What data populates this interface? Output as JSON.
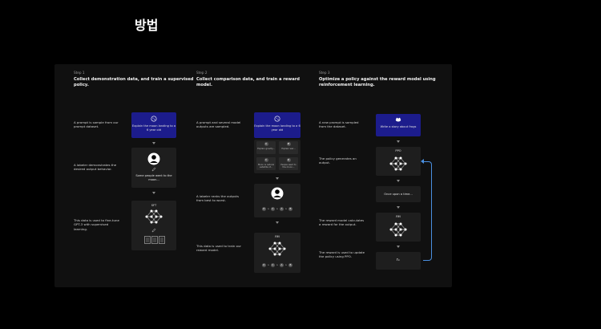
{
  "page": {
    "title": "방법"
  },
  "steps": [
    {
      "label": "Step 1",
      "heading": "Collect demonstration data, and train a supervised policy.",
      "descs": [
        "A prompt is sample from our prompt dataset.",
        "A labeler demonstrates the desired output behavior.",
        "This data is used to fine-tune GPT-3 with supervised learning."
      ],
      "prompt_card": "Explain the moon landing to a 6 year old",
      "labeler_card": "Some people went to the moon...",
      "model_label": "SFT"
    },
    {
      "label": "Step 2",
      "heading": "Collect comparison data, and train a reward model.",
      "descs": [
        "A prompt and several model outputs are sampled.",
        "A labeler ranks the outputs from best to worst.",
        "This data is used to train our reward model."
      ],
      "prompt_card": "Explain the moon landing to a 6 year old",
      "outputs": [
        {
          "letter": "A",
          "text": "Explain gravity..."
        },
        {
          "letter": "B",
          "text": "Explain war..."
        },
        {
          "letter": "C",
          "text": "Moon is natural satellite of..."
        },
        {
          "letter": "D",
          "text": "People went to the moon..."
        }
      ],
      "ranking": [
        "D",
        "C",
        "A",
        "B"
      ],
      "model_label": "RM"
    },
    {
      "label": "Step 3",
      "heading": "Optimize a policy against the reward model using reinforcement learning.",
      "descs": [
        "A new prompt is sampled from the dataset.",
        "The policy generates an output.",
        "The reward model calculates a reward for the output.",
        "The reward is used to update the policy using PPO."
      ],
      "prompt_card": "Write a story about frogs",
      "policy_label": "PPO",
      "output_card": "Once upon a time...",
      "model_label": "RM",
      "reward_label": "rₖ"
    }
  ],
  "colors": {
    "prompt_card": "#1c1c8c",
    "loop_arrow": "#4a8fe0"
  }
}
